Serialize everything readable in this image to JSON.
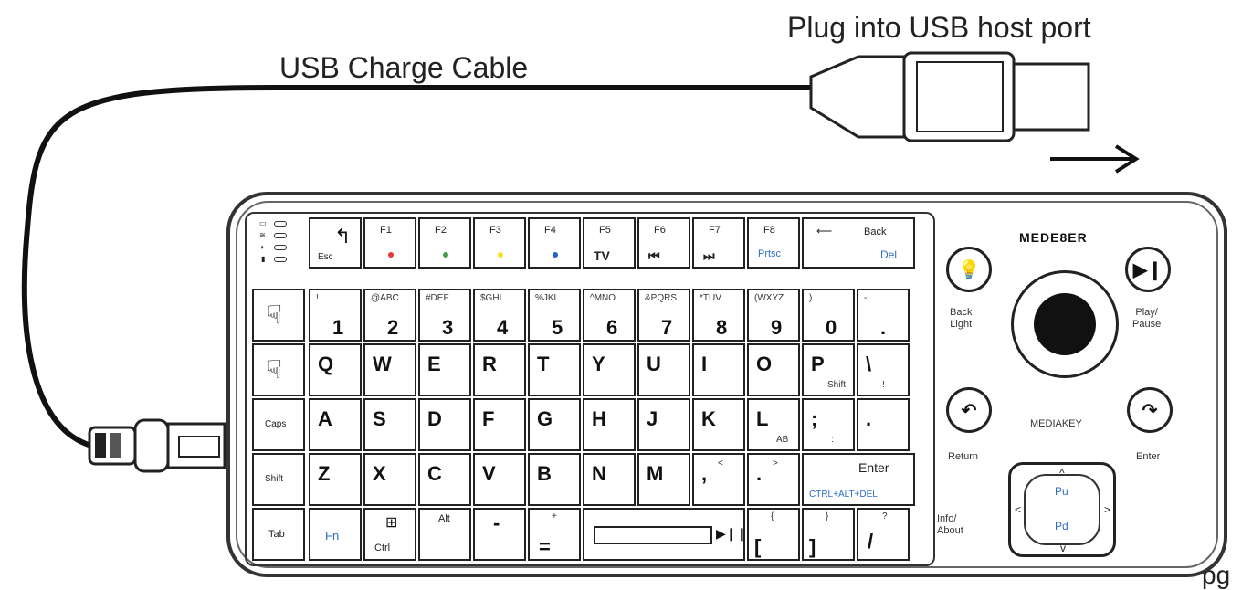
{
  "labels": {
    "cable": "USB Charge Cable",
    "plug": "Plug into USB host port",
    "corner": "pg"
  },
  "brand": "MEDE8ER",
  "brand_sub": "MEDIAKEY",
  "buttons": {
    "backlight": "Back\nLight",
    "play_pause": "Play/\nPause",
    "return": "Return",
    "enter": "Enter",
    "info_about": "Info/\nAbout"
  },
  "dpad": {
    "up": "^",
    "down": "v",
    "left": "<",
    "right": ">",
    "pu": "Pu",
    "pd": "Pd"
  },
  "rows": {
    "frow": [
      {
        "id": "esc",
        "main": "Esc",
        "sub": ""
      },
      {
        "id": "f1",
        "main": "F1",
        "sub": ""
      },
      {
        "id": "f2",
        "main": "F2",
        "sub": ""
      },
      {
        "id": "f3",
        "main": "F3",
        "sub": ""
      },
      {
        "id": "f4",
        "main": "F4",
        "sub": ""
      },
      {
        "id": "f5",
        "main": "F5",
        "sub": "TV"
      },
      {
        "id": "f6",
        "main": "F6",
        "sub": "⏮"
      },
      {
        "id": "f7",
        "main": "F7",
        "sub": "⏭"
      },
      {
        "id": "f8",
        "main": "F8",
        "sub": "Prtsc"
      },
      {
        "id": "back",
        "main": "Back",
        "sub": "Del"
      }
    ],
    "numrow": [
      {
        "main": "1",
        "sub": "!"
      },
      {
        "main": "2",
        "sub": "@ABC"
      },
      {
        "main": "3",
        "sub": "#DEF"
      },
      {
        "main": "4",
        "sub": "$GHI"
      },
      {
        "main": "5",
        "sub": "%JKL"
      },
      {
        "main": "6",
        "sub": "^MNO"
      },
      {
        "main": "7",
        "sub": "&PQRS"
      },
      {
        "main": "8",
        "sub": "*TUV"
      },
      {
        "main": "9",
        "sub": "(WXYZ"
      },
      {
        "main": "0",
        "sub": ")"
      },
      {
        "main": ".",
        "sub": "-"
      }
    ],
    "qrow": [
      {
        "main": "Q",
        "sub": ""
      },
      {
        "main": "W",
        "sub": ""
      },
      {
        "main": "E",
        "sub": ""
      },
      {
        "main": "R",
        "sub": ""
      },
      {
        "main": "T",
        "sub": ""
      },
      {
        "main": "Y",
        "sub": ""
      },
      {
        "main": "U",
        "sub": ""
      },
      {
        "main": "I",
        "sub": ""
      },
      {
        "main": "O",
        "sub": ""
      },
      {
        "main": "P",
        "sub": "Shift"
      },
      {
        "main": "\\",
        "sub": "!"
      }
    ],
    "arow": [
      {
        "main": "Caps",
        "sub": ""
      },
      {
        "main": "A",
        "sub": ""
      },
      {
        "main": "S",
        "sub": ""
      },
      {
        "main": "D",
        "sub": ""
      },
      {
        "main": "F",
        "sub": ""
      },
      {
        "main": "G",
        "sub": ""
      },
      {
        "main": "H",
        "sub": ""
      },
      {
        "main": "J",
        "sub": ""
      },
      {
        "main": "K",
        "sub": ""
      },
      {
        "main": "L",
        "sub": "AB"
      },
      {
        "main": ";",
        "sub": ":"
      },
      {
        "main": ".",
        "sub": ""
      }
    ],
    "zrow": [
      {
        "main": "Shift",
        "sub": ""
      },
      {
        "main": "Z",
        "sub": ""
      },
      {
        "main": "X",
        "sub": ""
      },
      {
        "main": "C",
        "sub": ""
      },
      {
        "main": "V",
        "sub": ""
      },
      {
        "main": "B",
        "sub": ""
      },
      {
        "main": "N",
        "sub": ""
      },
      {
        "main": "M",
        "sub": ""
      },
      {
        "main": ",",
        "sub": "<"
      },
      {
        "main": ".",
        "sub": ">"
      },
      {
        "main": "Enter",
        "sub": "CTRL+ALT+DEL"
      }
    ],
    "brow": [
      {
        "main": "Tab",
        "sub": ""
      },
      {
        "main": "Fn",
        "sub": ""
      },
      {
        "main": "Ctrl",
        "sub": ""
      },
      {
        "main": "Alt",
        "sub": ""
      },
      {
        "main": "-",
        "sub": ""
      },
      {
        "main": "=",
        "sub": "+"
      },
      {
        "main": "",
        "sub": ""
      },
      {
        "main": "[",
        "sub": "{"
      },
      {
        "main": "]",
        "sub": "}"
      },
      {
        "main": "/",
        "sub": "?"
      }
    ]
  },
  "colors": {
    "accent_blue": "#2b6fc4",
    "f1": "#e53935",
    "f2": "#43a047",
    "f3": "#f9e11e",
    "f4": "#1e64c8"
  }
}
